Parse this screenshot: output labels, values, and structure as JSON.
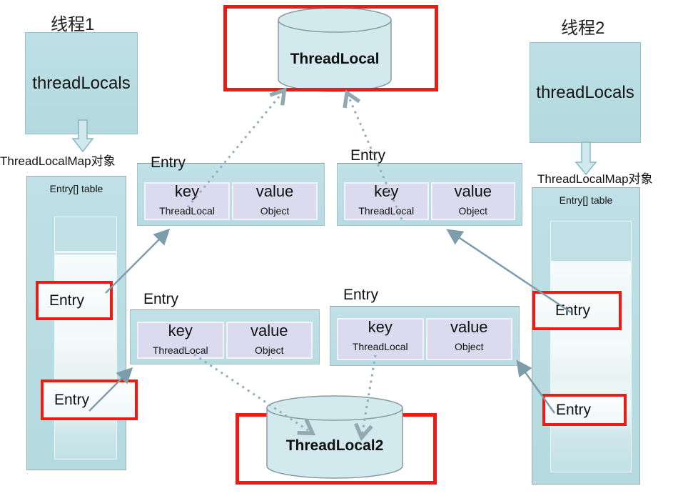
{
  "thread1": {
    "title": "线程1",
    "object_label": "threadLocals",
    "map_label": "ThreadLocalMap对象"
  },
  "thread2": {
    "title": "线程2",
    "object_label": "threadLocals",
    "map_label": "ThreadLocalMap对象"
  },
  "top_cylinder": {
    "label": "ThreadLocal"
  },
  "bottom_cylinder": {
    "label": "ThreadLocal2"
  },
  "left_column": {
    "header": "Entry[] table",
    "entries": [
      "Entry",
      "Entry"
    ]
  },
  "right_column": {
    "header": "Entry[] table",
    "entries": [
      "Entry",
      "Entry"
    ]
  },
  "entry_tables": [
    {
      "title": "Entry",
      "key_header": "key",
      "value_header": "value",
      "key_value": "ThreadLocal",
      "value_value": "Object"
    },
    {
      "title": "Entry",
      "key_header": "key",
      "value_header": "value",
      "key_value": "ThreadLocal",
      "value_value": "Object"
    },
    {
      "title": "Entry",
      "key_header": "key",
      "value_header": "value",
      "key_value": "ThreadLocal",
      "value_value": "Object"
    },
    {
      "title": "Entry",
      "key_header": "key",
      "value_header": "value",
      "key_value": "ThreadLocal",
      "value_value": "Object"
    }
  ],
  "colors": {
    "box_teal": "#b9dde3",
    "cell_lavender": "#dcdaef",
    "highlight_red": "#ee1b15",
    "arrow_solid": "#7e9dab",
    "arrow_dotted": "#8fb0ba",
    "cylinder_fill": "#d2e9ee"
  }
}
